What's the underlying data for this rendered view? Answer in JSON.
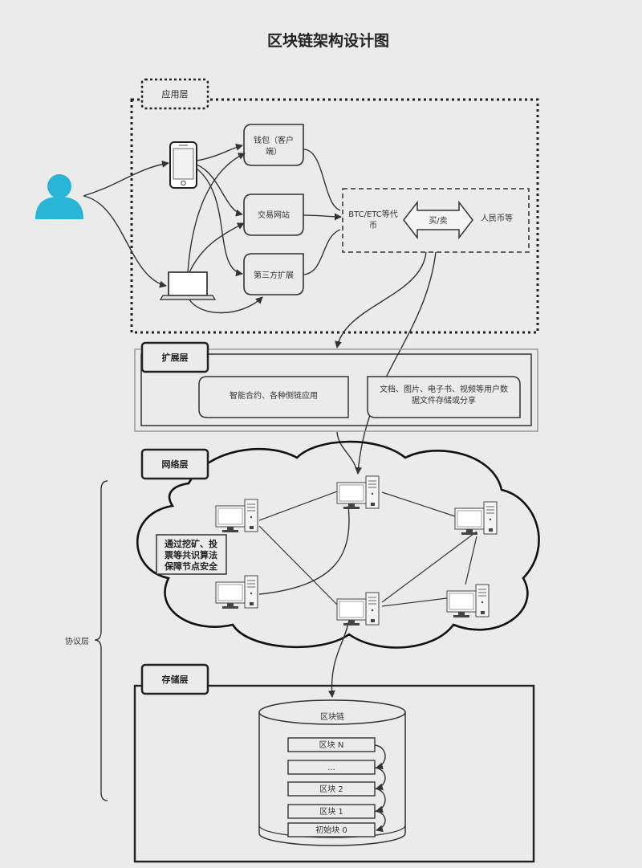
{
  "title": "区块链架构设计图",
  "layers": {
    "application": "应用层",
    "extension": "扩展层",
    "network": "网络层",
    "storage": "存储层",
    "protocol": "协议层"
  },
  "app_nodes": {
    "wallet": [
      "钱包（客户",
      "端）"
    ],
    "exchange": "交易网站",
    "third_party": "第三方扩展",
    "currency": [
      "BTC/ETC等代",
      "币"
    ],
    "trade": "买/卖",
    "rmb": "人民币等"
  },
  "extension_boxes": {
    "contracts": "智能合约、各种侧链应用",
    "files": [
      "文档、图片、电子书、视频等用户数",
      "据文件存储或分享"
    ]
  },
  "network_note": [
    "通过挖矿、投",
    "票等共识算法",
    "保障节点安全"
  ],
  "storage": {
    "chain": "区块链",
    "blocks": [
      "区块  N",
      "...",
      "区块  2",
      "区块  1",
      "初始块  0"
    ]
  },
  "icons": [
    "user-icon",
    "smartphone-icon",
    "laptop-icon",
    "server-icon"
  ],
  "colors": {
    "user": "#29b6d6",
    "background": "#ebebeb",
    "stroke": "#333333"
  }
}
